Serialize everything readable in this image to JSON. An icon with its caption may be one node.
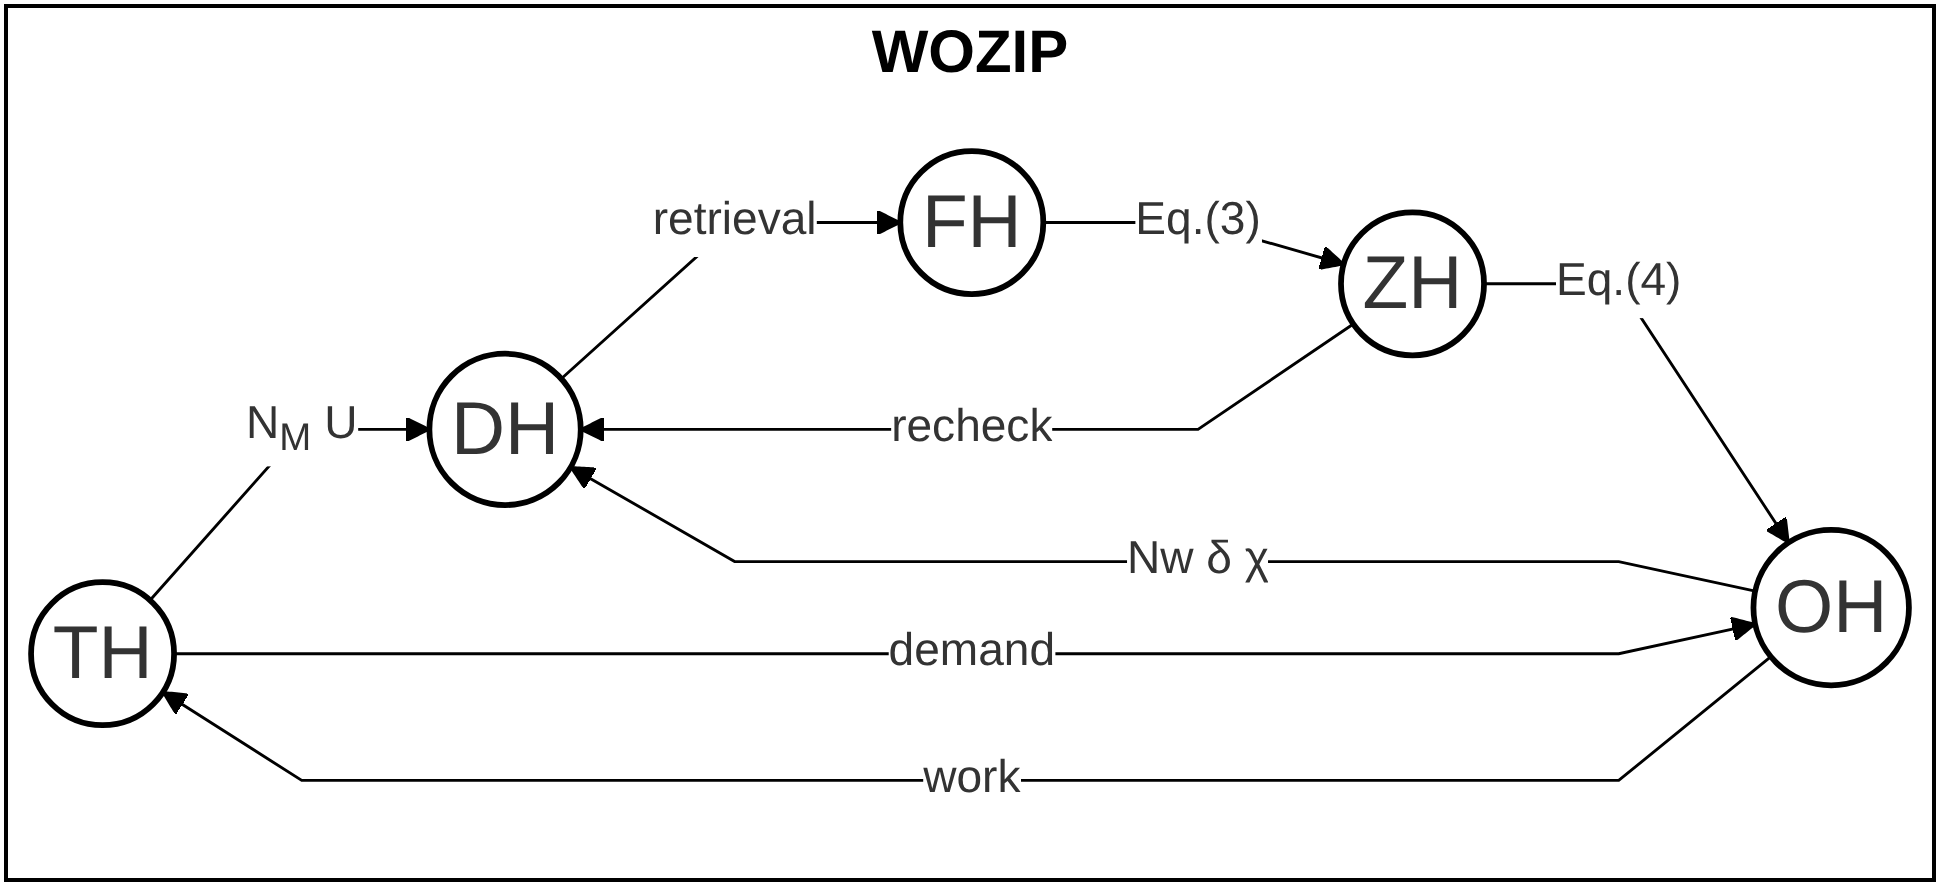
{
  "diagram": {
    "title": "WOZIP",
    "nodes": [
      {
        "text": [
          "TH"
        ]
      },
      {
        "text": [
          "OH"
        ]
      },
      {
        "text": [
          "DH"
        ]
      },
      {
        "text": [
          "FH"
        ]
      },
      {
        "text": [
          "ZH"
        ]
      }
    ],
    "edges": [
      {
        "from": 0,
        "to": 2,
        "arrow": "to",
        "label": "N$_{M}$ U"
      },
      {
        "from": 0,
        "to": 1,
        "arrow": "to",
        "label": "demand"
      },
      {
        "from": 1,
        "to": 0,
        "arrow": "to",
        "label": "work"
      },
      {
        "from": 1,
        "to": 2,
        "arrow": "to",
        "label": "Nw δ χ"
      },
      {
        "from": 2,
        "to": 3,
        "arrow": "to",
        "label": "retrieval"
      },
      {
        "from": 3,
        "to": 4,
        "arrow": "to",
        "label": "Eq.(3)"
      },
      {
        "from": 4,
        "to": 2,
        "arrow": "to",
        "label": "recheck"
      },
      {
        "from": 4,
        "to": 1,
        "arrow": "to",
        "label": "Eq.(4)"
      }
    ]
  }
}
